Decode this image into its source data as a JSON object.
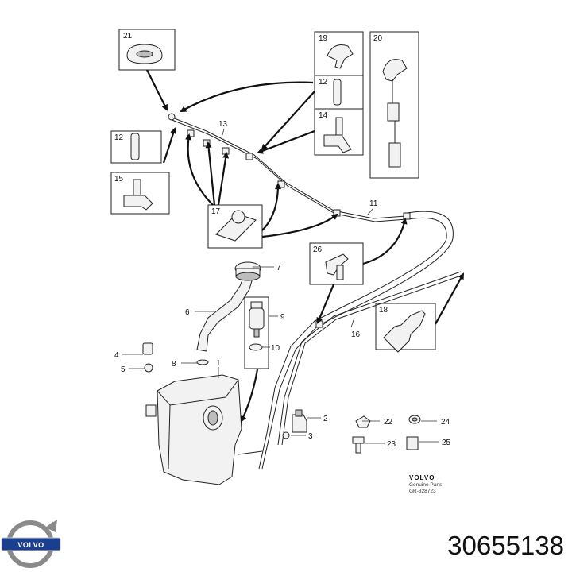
{
  "labels": [
    "1",
    "2",
    "3",
    "4",
    "5",
    "6",
    "7",
    "8",
    "9",
    "10",
    "11",
    "12",
    "13",
    "14",
    "15",
    "16",
    "17",
    "18",
    "19",
    "20",
    "21",
    "22",
    "23",
    "24",
    "25",
    "26"
  ],
  "legend": {
    "brand": "VOLVO",
    "line1": "Genuine Parts",
    "code": "GR-328723"
  },
  "logo_text": "VOLVO",
  "part_number": "30655138",
  "colors": {
    "ink": "#222222",
    "logo_blue": "#1b3f8f",
    "logo_ring": "#8a8a8a"
  },
  "icons": [
    "volvo-logo-icon"
  ]
}
